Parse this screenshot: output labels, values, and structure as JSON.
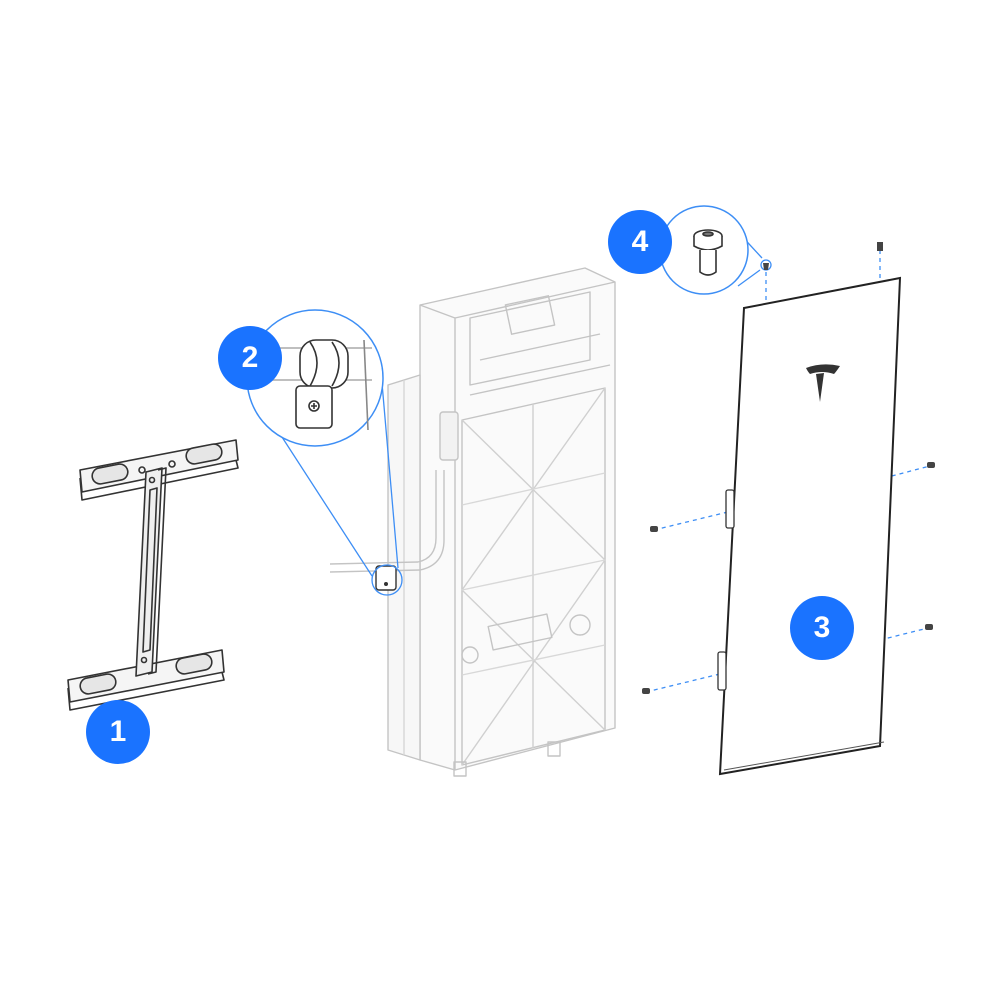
{
  "colors": {
    "callout_blue": "#1a73ff",
    "line_dark": "#333333",
    "line_faint": "#bfbfbf",
    "leader_blue": "#3d8ef5",
    "panel_fill": "#ffffff"
  },
  "callouts": [
    {
      "id": "1",
      "label": "1",
      "part": "wall-bracket"
    },
    {
      "id": "2",
      "label": "2",
      "part": "conduit-clamp"
    },
    {
      "id": "3",
      "label": "3",
      "part": "front-cover"
    },
    {
      "id": "4",
      "label": "4",
      "part": "cover-screw"
    }
  ]
}
